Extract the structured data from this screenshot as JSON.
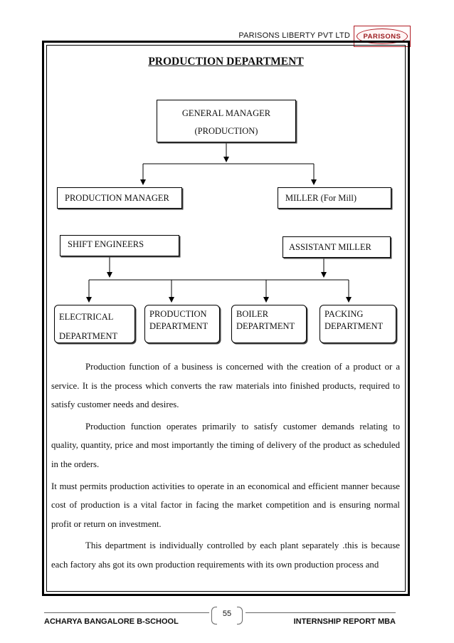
{
  "header": {
    "company": "PARISONS LIBERTY PVT LTD",
    "logo_text": "PARISONS"
  },
  "title": "PRODUCTION DEPARTMENT",
  "org_chart": {
    "general_manager": [
      "GENERAL MANAGER",
      "(PRODUCTION)"
    ],
    "production_manager": "PRODUCTION MANAGER",
    "miller": "MILLER (For Mill)",
    "shift_engineers": "SHIFT ENGINEERS",
    "assistant_miller": "ASSISTANT MILLER",
    "departments": [
      [
        "ELECTRICAL",
        "DEPARTMENT"
      ],
      [
        "PRODUCTION",
        "DEPARTMENT"
      ],
      [
        "BOILER",
        "DEPARTMENT"
      ],
      [
        "PACKING",
        "DEPARTMENT"
      ]
    ]
  },
  "paragraphs": [
    "Production function of a business is concerned with the creation of a product or a service. It is the process which converts the raw materials into finished products, required to satisfy customer needs and desires.",
    "Production function operates primarily to satisfy customer demands relating to quality, quantity, price and most importantly the timing of delivery of the product as scheduled in the orders.",
    "It must permits production activities to operate in an economical and efficient manner because cost of production is a vital factor in facing the market competition and is ensuring normal profit or return on investment.",
    "This department is individually controlled by each plant separately .this is because each factory ahs got its own production requirements with its own production process and"
  ],
  "footer": {
    "left": "ACHARYA BANGALORE B-SCHOOL",
    "page_number": "55",
    "right": "INTERNSHIP REPORT MBA"
  }
}
